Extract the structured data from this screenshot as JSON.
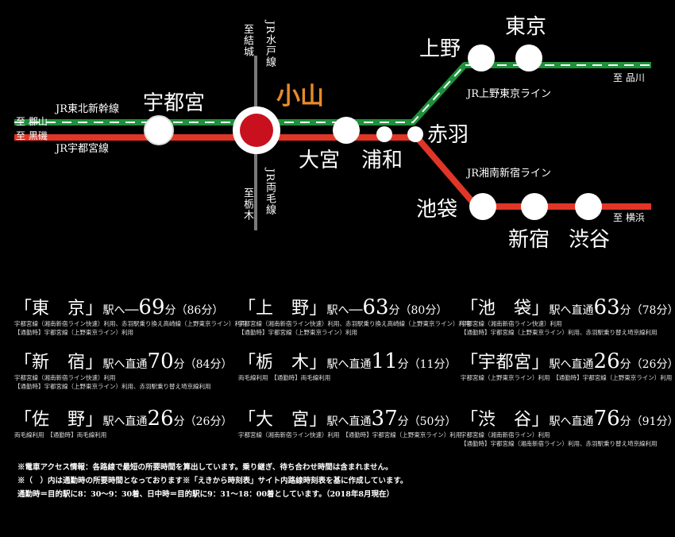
{
  "map": {
    "highlight_station": "小山",
    "stations": {
      "utsunomiya": "宇都宮",
      "omiya": "大宮",
      "urawa": "浦和",
      "akabane": "赤羽",
      "ueno": "上野",
      "tokyo": "東京",
      "ikebukuro": "池袋",
      "shinjuku": "新宿",
      "shibuya": "渋谷"
    },
    "line_labels": {
      "shinkansen": "JR東北新幹線",
      "utsunomiya_line": "JR宇都宮線",
      "ueno_tokyo_line": "JR上野東京ライン",
      "shonan_shinjuku_line": "JR湘南新宿ライン",
      "mito_line": "JR水戸線",
      "ryomo_line": "JR両毛線"
    },
    "directions": {
      "koriyama": "至 郡山",
      "kuroiso": "至 黒磯",
      "yuki": "至結城",
      "tochigi": "至栃木",
      "shinagawa": "至 品川",
      "yokohama": "至 横浜"
    },
    "colors": {
      "green": "#1e8f3a",
      "red": "#e03527",
      "highlight": "#e88a2a",
      "hub_fill": "#c8101e"
    }
  },
  "times": [
    {
      "open": "「",
      "station": "東　京",
      "close": "」",
      "suffix": "駅へ──",
      "minutes": "69",
      "unit": "分",
      "peak": "（86分）",
      "notes": [
        "宇都宮線（湘南新宿ライン快速）利用、赤羽駅乗り換え高崎線（上野東京ライン）利用",
        "【通勤時】宇都宮線（上野東京ライン）利用"
      ]
    },
    {
      "open": "「",
      "station": "上　野",
      "close": "」",
      "suffix": "駅へ──",
      "minutes": "63",
      "unit": "分",
      "peak": "（80分）",
      "notes": [
        "宇都宮線（湘南新宿ライン快速）利用、赤羽駅乗り換え高崎線（上野東京ライン）利用",
        "【通勤時】宇都宮線（上野東京ライン）利用"
      ]
    },
    {
      "open": "「",
      "station": "池　袋",
      "close": "」",
      "suffix": "駅へ直通",
      "minutes": "63",
      "unit": "分",
      "peak": "（78分）",
      "notes": [
        "宇都宮線（湘南新宿ライン快速）利用",
        "【通勤時】宇都宮線（上野東京ライン）利用、赤羽駅乗り替え埼京線利用"
      ]
    },
    {
      "open": "「",
      "station": "新　宿",
      "close": "」",
      "suffix": "駅へ直通",
      "minutes": "70",
      "unit": "分",
      "peak": "（84分）",
      "notes": [
        "宇都宮線（湘南新宿ライン快速）利用",
        "【通勤時】宇都宮線（上野東京ライン）利用、赤羽駅乗り替え埼京線利用"
      ]
    },
    {
      "open": "「",
      "station": "栃　木",
      "close": "」",
      "suffix": "駅へ直通",
      "minutes": "11",
      "unit": "分",
      "peak": "（11分）",
      "notes": [
        "両毛線利用　【通勤時】両毛線利用"
      ]
    },
    {
      "open": "「",
      "station": "宇都宮",
      "close": "」",
      "suffix": "駅へ直通",
      "minutes": "26",
      "unit": "分",
      "peak": "（26分）",
      "notes": [
        "宇都宮線（上野東京ライン）利用　【通勤時】宇都宮線（上野東京ライン）利用"
      ]
    },
    {
      "open": "「",
      "station": "佐　野",
      "close": "」",
      "suffix": "駅へ直通",
      "minutes": "26",
      "unit": "分",
      "peak": "（26分）",
      "notes": [
        "両毛線利用　【通勤時】両毛線利用"
      ]
    },
    {
      "open": "「",
      "station": "大　宮",
      "close": "」",
      "suffix": "駅へ直通",
      "minutes": "37",
      "unit": "分",
      "peak": "（50分）",
      "notes": [
        "宇都宮線（湘南新宿ライン快速）利用　【通勤時】宇都宮線（上野東京ライン）利用"
      ]
    },
    {
      "open": "「",
      "station": "渋　谷",
      "close": "」",
      "suffix": "駅へ直通",
      "minutes": "76",
      "unit": "分",
      "peak": "（91分）",
      "notes": [
        "宇都宮線（湘南新宿ライン）利用",
        "【通勤時】宇都宮線（湘南新宿ライン）利用、赤羽駅乗り替え埼京線利用"
      ]
    }
  ],
  "footnotes": [
    "※電車アクセス情報：各路線で最短の所要時間を算出しています。乗り継ぎ、待ち合わせ時間は含まれません。",
    "※（　）内は通勤時の所要時間となっております※「えきから時刻表」サイト内路線時刻表を基に作成しています。",
    "通勤時＝目的駅に8：30〜9：30着、日中時＝目的駅に9：31〜18：00着としています。（2018年8月現在）"
  ]
}
